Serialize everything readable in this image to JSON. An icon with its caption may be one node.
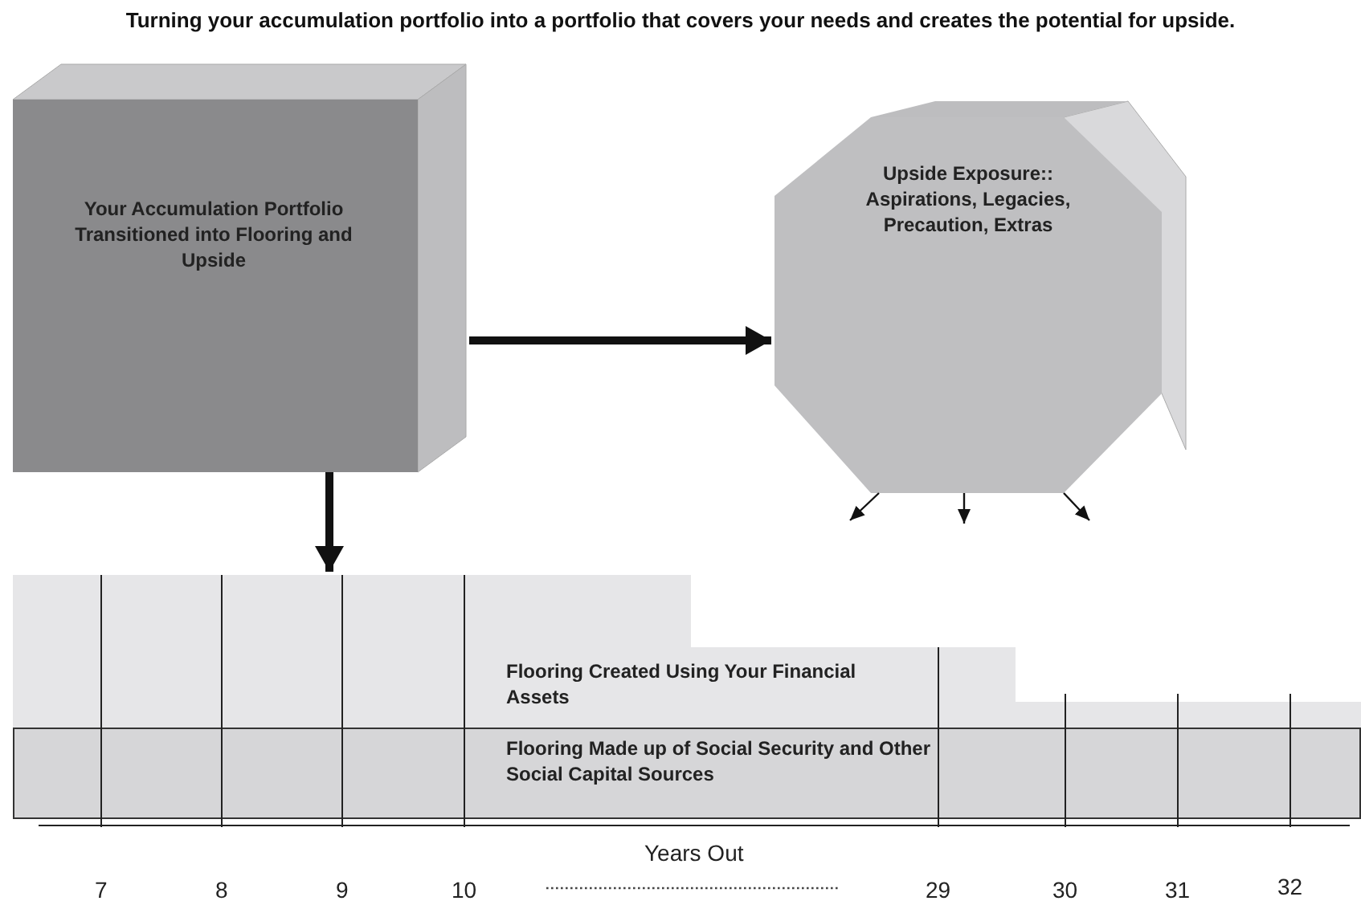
{
  "diagram": {
    "title": "Turning your accumulation portfolio into a portfolio that covers your needs and creates the potential for upside.",
    "nodes": [
      {
        "text": [
          "Your Accumulation Portfolio Transitioned into Flooring and Upside"
        ]
      },
      {
        "text": [
          "Upside Exposure:: Aspirations, Legacies, Precaution, Extras"
        ]
      },
      {
        "text": [
          "Flooring Created Using Your Financial Assets"
        ]
      },
      {
        "text": [
          "Flooring Made up of Social Security and Other Social Capital Sources"
        ]
      }
    ],
    "edges": [
      {
        "from": 0,
        "to": 1,
        "arrow": "to",
        "style": "thick"
      },
      {
        "from": 0,
        "to": 2,
        "arrow": "to",
        "style": "thick"
      },
      {
        "from": 1,
        "to": null,
        "arrow": "to"
      },
      {
        "from": 1,
        "to": null,
        "arrow": "to"
      },
      {
        "from": 1,
        "to": null,
        "arrow": "to"
      }
    ],
    "labels": [
      "Years Out",
      "7",
      "8",
      "9",
      "10",
      "29",
      "30",
      "31",
      "32"
    ]
  }
}
